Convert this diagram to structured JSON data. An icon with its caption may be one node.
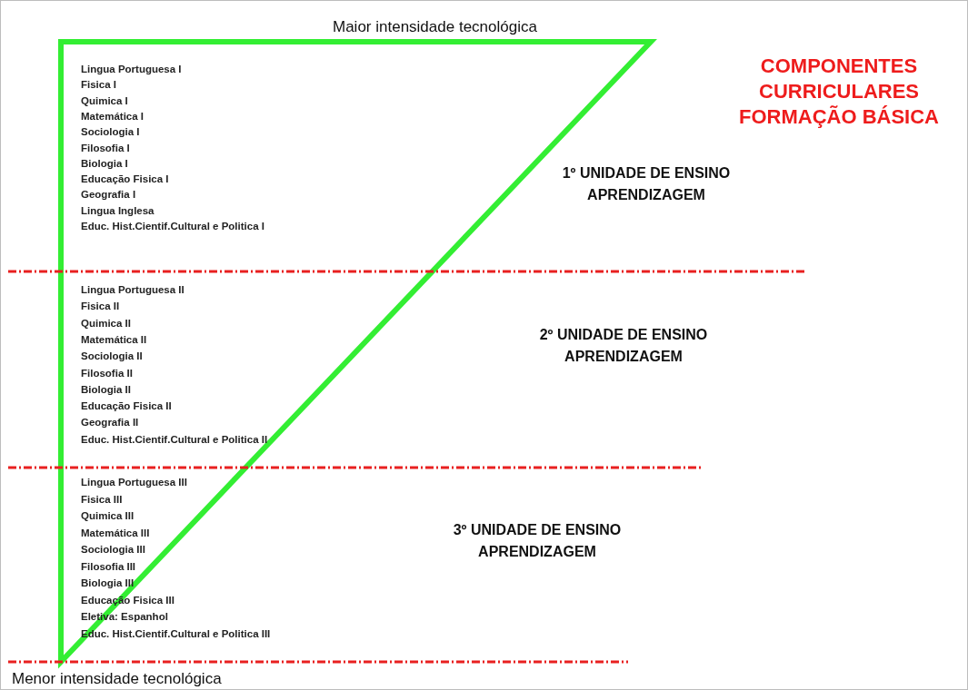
{
  "diagram": {
    "title": "COMPONENTES CURRICULARES FORMAÇÃO BÁSICA",
    "labels": [
      "Maior intensidade tecnológica",
      "Lingua Portuguesa I",
      "Fisica I",
      "Quimica I",
      "Matemática I",
      "Sociologia I",
      "Filosofia I",
      "Biologia I",
      "Educação Fisica I",
      "Geografia I",
      "Lingua Inglesa",
      "Educ. Hist.Cientif.Cultural e Politica I",
      "1º UNIDADE  DE ENSINO APRENDIZAGEM",
      "Lingua Portuguesa II",
      "Fisica II",
      "Quimica II",
      "Matemática II",
      "Sociologia II",
      "Filosofia II",
      "Biologia II",
      "Educação Fisica II",
      "Geografia II",
      "Educ. Hist.Cientif.Cultural e Politica II",
      "2º UNIDADE  DE ENSINO APRENDIZAGEM",
      "Lingua Portuguesa III",
      "Fisica III",
      "Quimica III",
      "Matemática III",
      "Sociologia III",
      "Filosofia III",
      "Biologia III",
      "Educação Fisica III",
      "Eletiva: Espanhol",
      "Educ. Hist.Cientif.Cultural e Politica III",
      "3º UNIDADE  DE ENSINO APRENDIZAGEM",
      "Menor intensidade tecnológica"
    ]
  }
}
